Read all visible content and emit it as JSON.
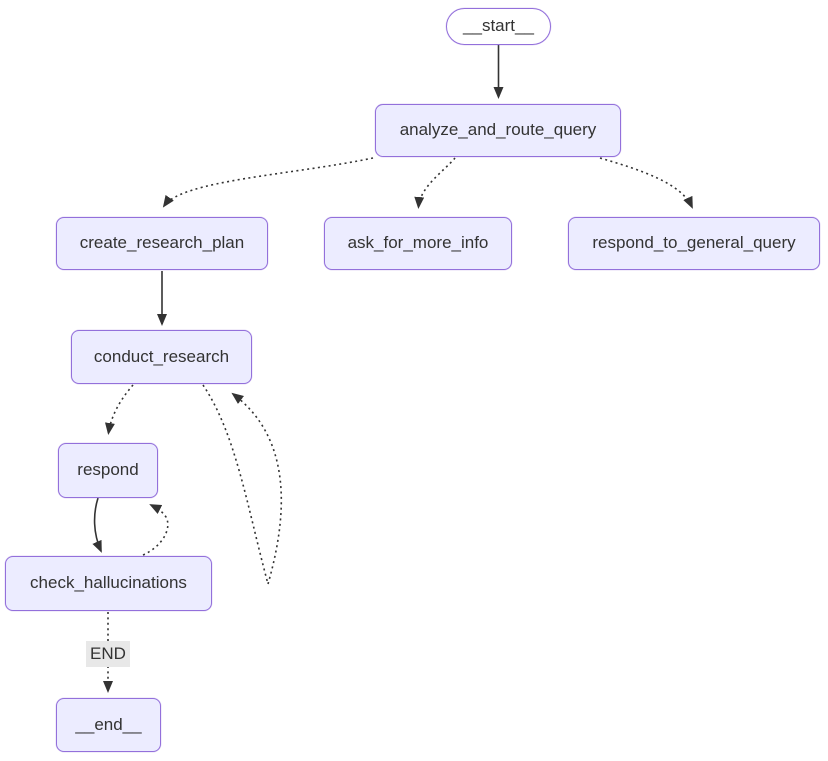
{
  "diagram": {
    "type": "state-graph",
    "background": "#ffffff",
    "colors": {
      "node_fill": "#ECECFF",
      "node_border": "#9370DB",
      "start_node_fill": "#ffffff",
      "text": "#333333",
      "edge": "#333333",
      "edge_label_background": "#e8e8e8"
    },
    "nodes": {
      "start": {
        "label": "__start__",
        "shape": "stadium"
      },
      "analyze": {
        "label": "analyze_and_route_query",
        "shape": "rect"
      },
      "create": {
        "label": "create_research_plan",
        "shape": "rect"
      },
      "ask": {
        "label": "ask_for_more_info",
        "shape": "rect"
      },
      "respond_general": {
        "label": "respond_to_general_query",
        "shape": "rect"
      },
      "conduct": {
        "label": "conduct_research",
        "shape": "rect"
      },
      "respond": {
        "label": "respond",
        "shape": "rect"
      },
      "check": {
        "label": "check_hallucinations",
        "shape": "rect"
      },
      "end": {
        "label": "__end__",
        "shape": "rect"
      }
    },
    "end_label": "END",
    "edges": [
      {
        "from": "__start__",
        "to": "analyze_and_route_query",
        "style": "solid",
        "label": ""
      },
      {
        "from": "analyze_and_route_query",
        "to": "create_research_plan",
        "style": "dotted",
        "label": ""
      },
      {
        "from": "analyze_and_route_query",
        "to": "ask_for_more_info",
        "style": "dotted",
        "label": ""
      },
      {
        "from": "analyze_and_route_query",
        "to": "respond_to_general_query",
        "style": "dotted",
        "label": ""
      },
      {
        "from": "create_research_plan",
        "to": "conduct_research",
        "style": "solid",
        "label": ""
      },
      {
        "from": "conduct_research",
        "to": "respond",
        "style": "dotted",
        "label": ""
      },
      {
        "from": "conduct_research",
        "to": "conduct_research",
        "style": "dotted",
        "label": ""
      },
      {
        "from": "respond",
        "to": "check_hallucinations",
        "style": "solid",
        "label": ""
      },
      {
        "from": "check_hallucinations",
        "to": "respond",
        "style": "dotted",
        "label": ""
      },
      {
        "from": "check_hallucinations",
        "to": "__end__",
        "style": "dotted",
        "label": "END"
      }
    ]
  }
}
